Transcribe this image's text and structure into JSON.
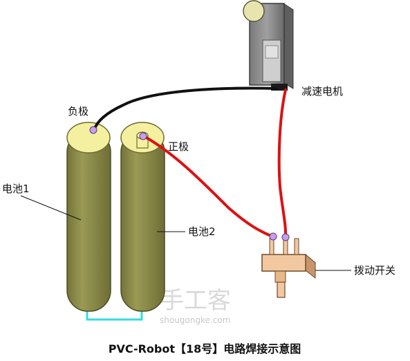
{
  "labels": {
    "motor": "减速电机",
    "negative": "负极",
    "positive": "正极",
    "battery1": "电池1",
    "battery2": "电池2",
    "switch": "拨动开关"
  },
  "watermark": {
    "text": "手工客",
    "url": "shougongke.com"
  },
  "caption": "PVC-Robot【18号】电路焊接示意图",
  "colors": {
    "battery_body": "#8a8a45",
    "battery_top": "#f4f0a0",
    "wire_black": "#111111",
    "wire_red": "#dd1111",
    "wire_cyan": "#33dddd",
    "motor_body": "#8f8f8f",
    "switch_body": "#f2c8a0",
    "terminal": "#c9a0e8"
  }
}
